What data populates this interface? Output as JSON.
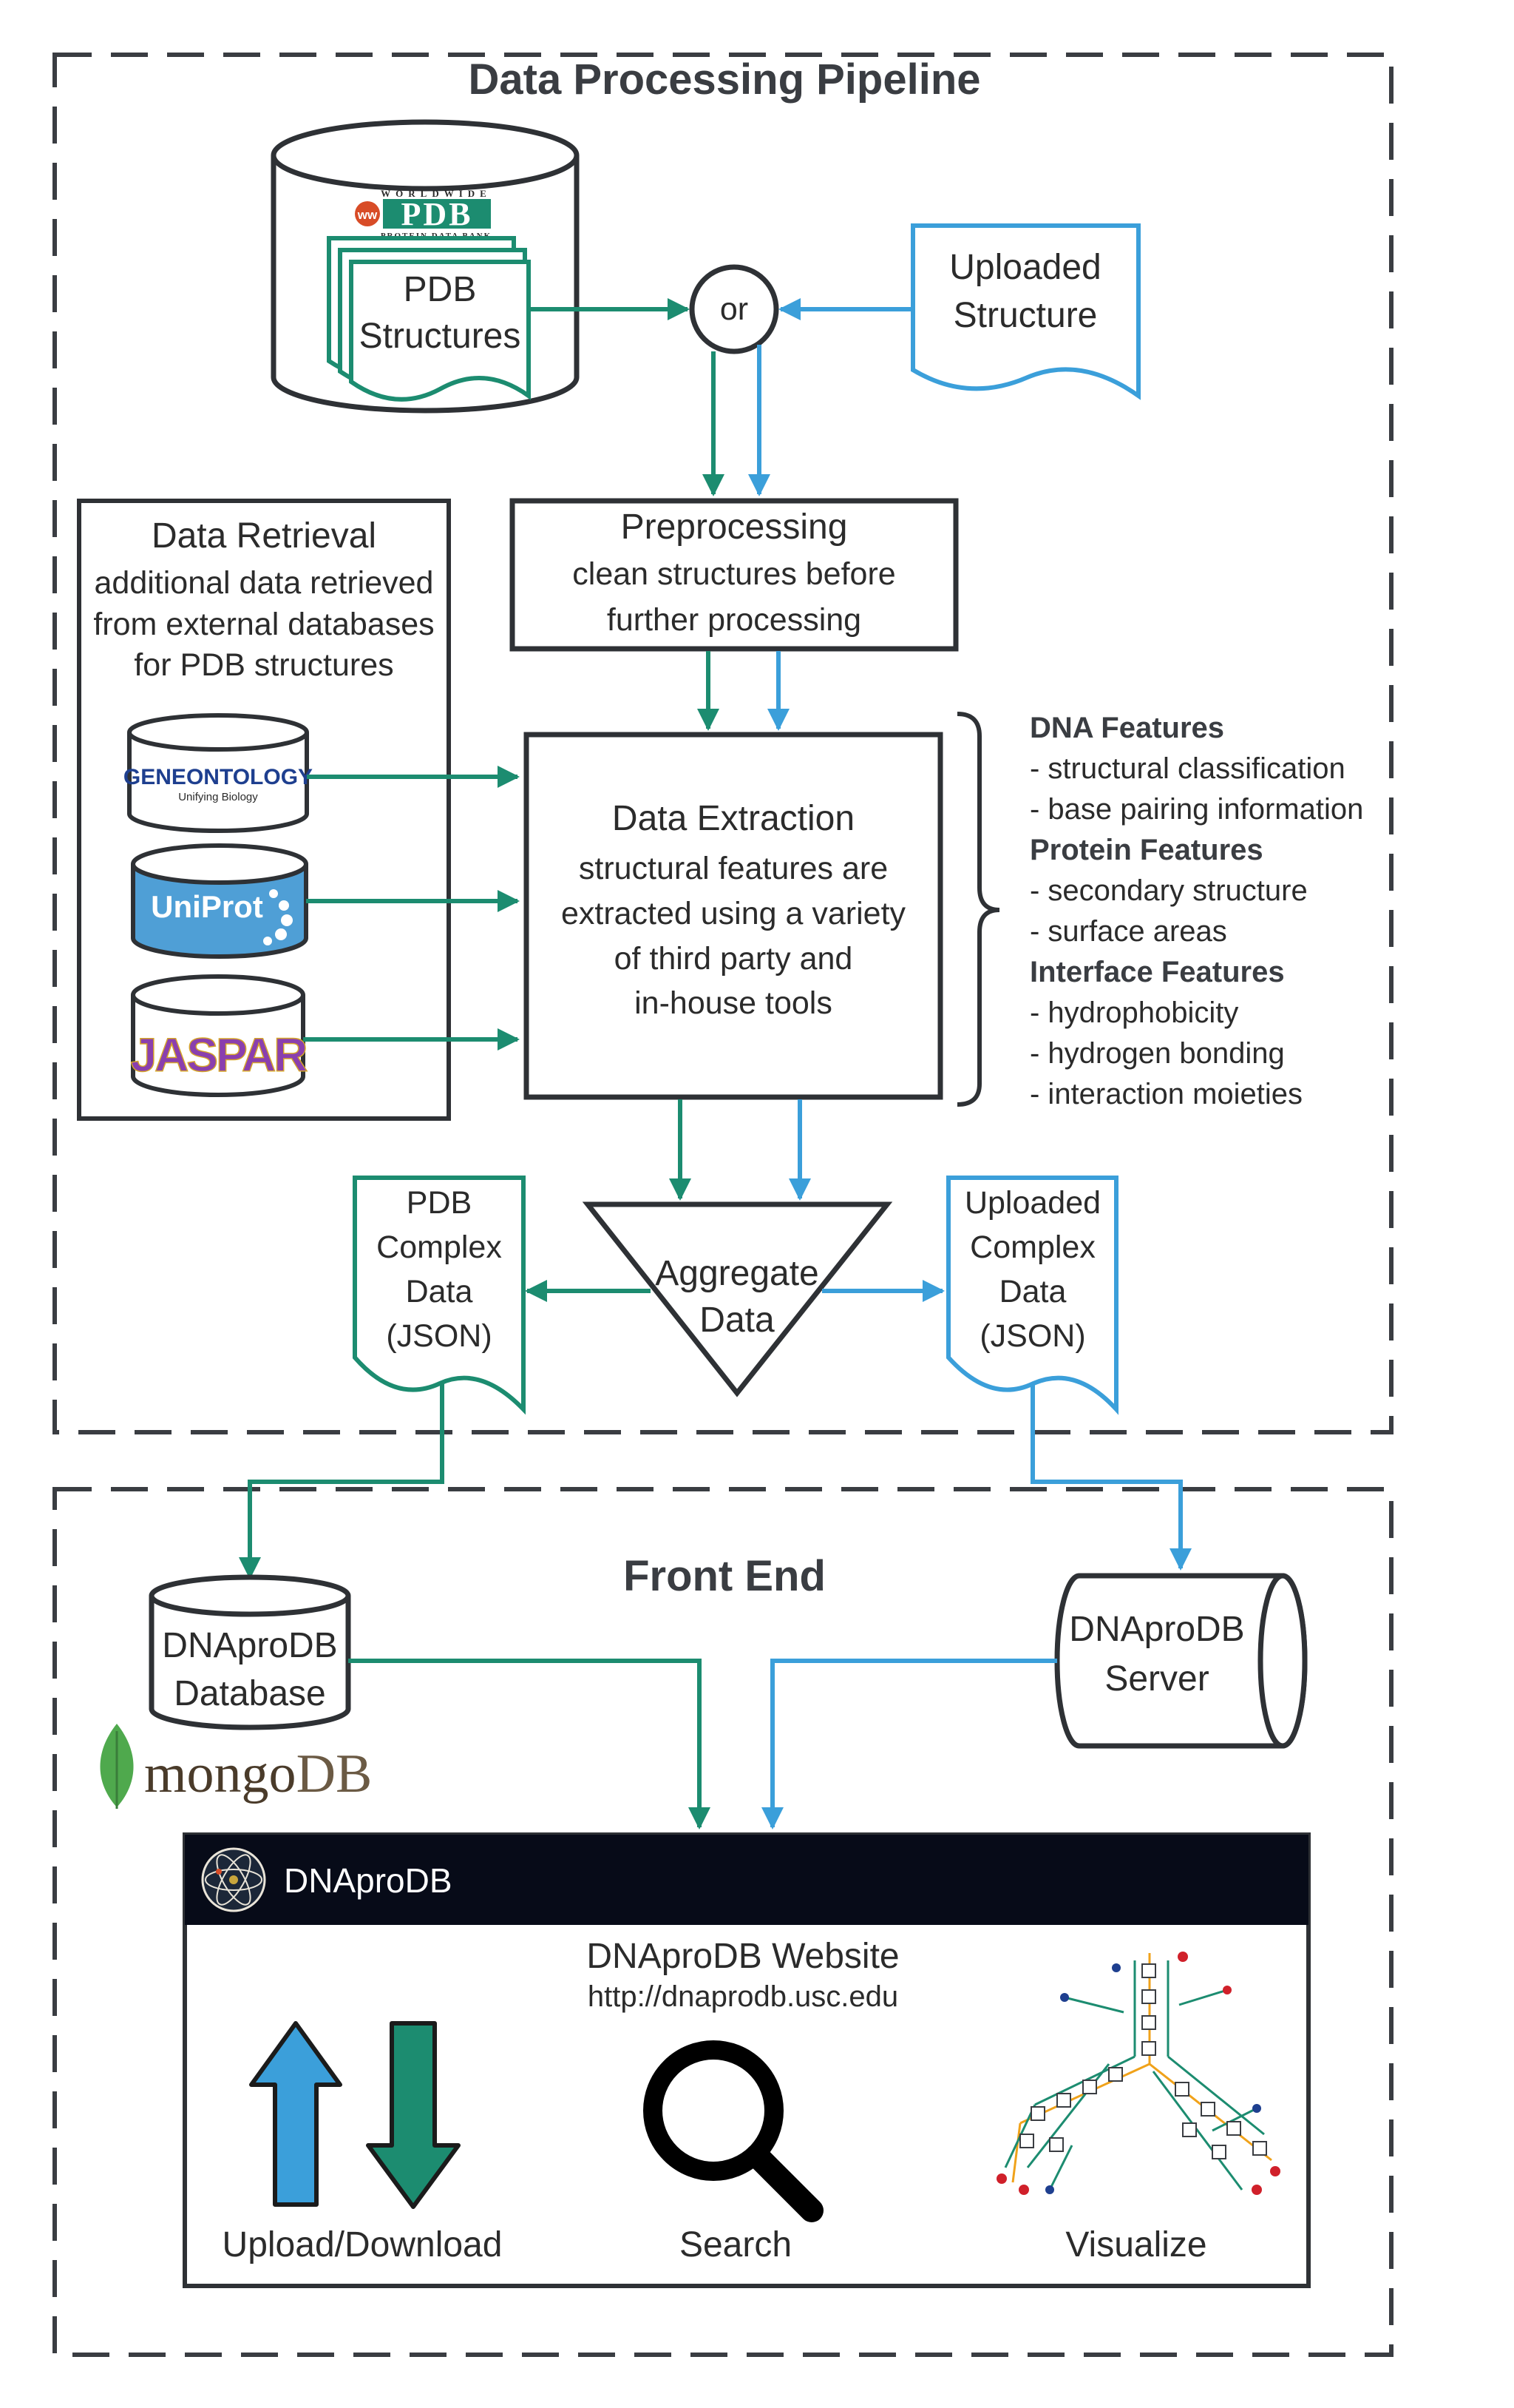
{
  "sections": {
    "pipeline_title": "Data Processing Pipeline",
    "frontend_title": "Front End"
  },
  "sources": {
    "pdb_logo": {
      "top": "WORLDWIDE",
      "main": "PDB",
      "bottom": "PROTEIN DATA BANK",
      "badge": "ww"
    },
    "pdb_structures": [
      "PDB",
      "Structures"
    ],
    "or_label": "or",
    "uploaded_structure": [
      "Uploaded",
      "Structure"
    ]
  },
  "preprocessing": {
    "title": "Preprocessing",
    "lines": [
      "clean structures before",
      "further processing"
    ]
  },
  "data_retrieval": {
    "title": "Data Retrieval",
    "lines": [
      "additional data retrieved",
      "from external databases",
      "for PDB structures"
    ],
    "databases": [
      {
        "name": "GENEONTOLOGY",
        "tagline": "Unifying Biology"
      },
      {
        "name": "UniProt"
      },
      {
        "name": "JASPAR"
      }
    ]
  },
  "data_extraction": {
    "title": "Data Extraction",
    "lines": [
      "structural features are",
      "extracted using a variety",
      "of third party and",
      "in-house tools"
    ]
  },
  "features": [
    {
      "heading": "DNA Features",
      "items": [
        "- structural classification",
        "- base pairing information"
      ]
    },
    {
      "heading": "Protein Features",
      "items": [
        "- secondary structure",
        "- surface areas"
      ]
    },
    {
      "heading": "Interface Features",
      "items": [
        "- hydrophobicity",
        "- hydrogen bonding",
        "- interaction moieties"
      ]
    }
  ],
  "aggregate": [
    "Aggregate",
    "Data"
  ],
  "pdb_complex_data": [
    "PDB",
    "Complex",
    "Data",
    "(JSON)"
  ],
  "uploaded_complex_data": [
    "Uploaded",
    "Complex",
    "Data",
    "(JSON)"
  ],
  "database": {
    "lines": [
      "DNAproDB",
      "Database"
    ],
    "logo_a": "mongo",
    "logo_b": "DB"
  },
  "server": [
    "DNAproDB",
    "Server"
  ],
  "website": {
    "header": "DNAproDB",
    "title": "DNAproDB Website",
    "url": "http://dnaprodb.usc.edu",
    "upload_label": "Upload/Download",
    "search_label": "Search",
    "visualize_label": "Visualize"
  },
  "colors": {
    "green": "#1c8c70",
    "blue": "#3b9fda",
    "dark": "#2e3135",
    "website_header": "#070b18"
  }
}
